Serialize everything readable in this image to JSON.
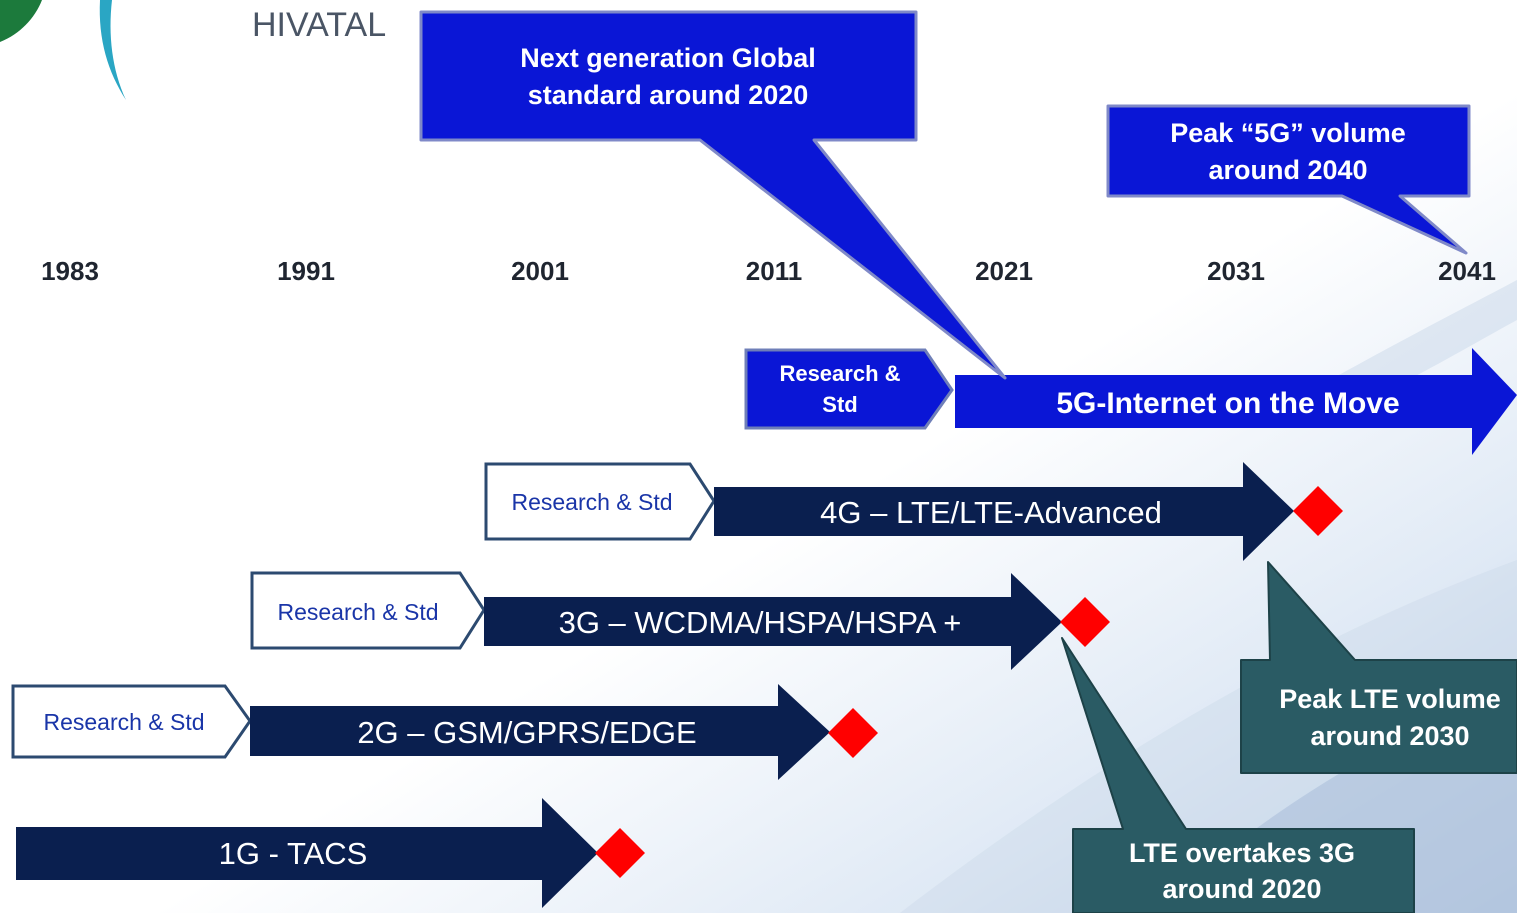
{
  "header": {
    "org_name": "HIVATAL"
  },
  "years": [
    "1983",
    "1991",
    "2001",
    "2011",
    "2021",
    "2031",
    "2041"
  ],
  "generations": [
    {
      "label": "1G - TACS"
    },
    {
      "label": "2G – GSM/GPRS/EDGE",
      "research_label": "Research & Std"
    },
    {
      "label": "3G – WCDMA/HSPA/HSPA +",
      "research_label": "Research & Std"
    },
    {
      "label": "4G – LTE/LTE-Advanced",
      "research_label": "Research & Std"
    },
    {
      "label": "5G-Internet on the Move",
      "research_lines": [
        "Research &",
        "Std"
      ]
    }
  ],
  "callouts": {
    "next_generation": [
      "Next generation Global",
      "standard around 2020"
    ],
    "peak_5g": [
      "Peak “5G” volume",
      "around 2040"
    ],
    "peak_lte": [
      "Peak LTE volume",
      "around 2030"
    ],
    "lte_overtakes": [
      "LTE overtakes 3G",
      "around 2020"
    ]
  },
  "colors": {
    "navy": "#0a1f4f",
    "blue": "#0a16d6",
    "teal": "#2a5b64",
    "diamond": "#ff0000",
    "research_border": "#2c4a70"
  }
}
